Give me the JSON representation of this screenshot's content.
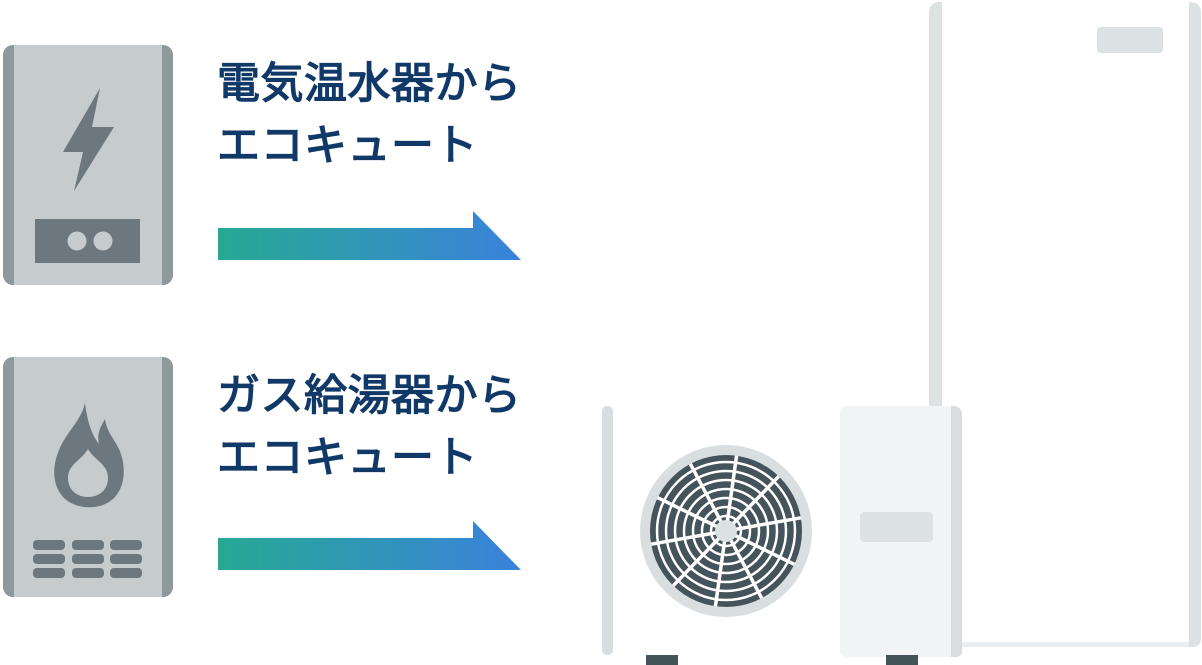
{
  "diagram": {
    "description_role": "ecocute-replacement-diagram",
    "conversions": [
      {
        "source": "electric",
        "line1": "電気温水器から",
        "line2": "エコキュート"
      },
      {
        "source": "gas",
        "line1": "ガス給湯器から",
        "line2": "エコキュート"
      }
    ]
  },
  "icons": {
    "electric_heater": "electric-water-heater-icon",
    "lightning": "lightning-bolt-icon",
    "gas_heater": "gas-water-heater-icon",
    "flame": "flame-icon",
    "arrow": "gradient-right-arrow-icon",
    "heat_pump": "ecocute-heat-pump-unit-icon",
    "fan": "fan-grille-icon",
    "tank": "ecocute-storage-tank-icon"
  },
  "colors": {
    "page_bg": "#ffffff",
    "text_navy": "#113968",
    "arrow_teal": "#27a994",
    "arrow_blue": "#3a82db",
    "heater_body": "#c6cbcd",
    "heater_edge": "#8f989b",
    "heater_icon": "#6d787e",
    "unit_white": "#ffffff",
    "panel_light": "#f2f5f6",
    "edge_light": "#d8dde0",
    "detail_light": "#dce1e3",
    "tank_bottom": "#e9edef",
    "fan_dark": "#45535b",
    "fan_bezel": "#d9dfe1"
  }
}
